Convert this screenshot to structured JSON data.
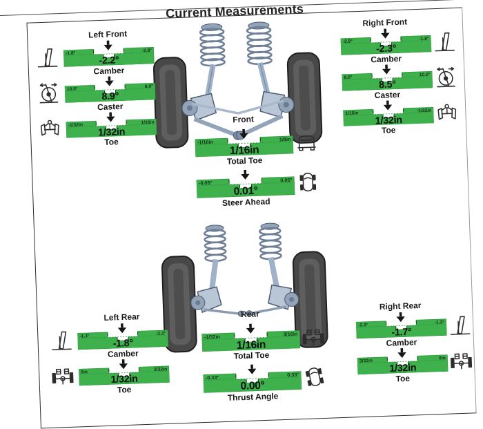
{
  "title": "Current Measurements",
  "colors": {
    "gauge_green": "#3eb04c",
    "gauge_green_dark": "#2f9a3f",
    "arrow_black": "#161616"
  },
  "front": {
    "left": {
      "label": "Left Front",
      "gauges": [
        {
          "name": "Camber",
          "value": "-2.2°",
          "left_label": "-1.8°",
          "right_label": "-2.8°",
          "icon": "camber-wheel"
        },
        {
          "name": "Caster",
          "value": "8.9°",
          "left_label": "10.0°",
          "right_label": "8.0°",
          "icon": "caster-wheel"
        },
        {
          "name": "Toe",
          "value": "1/32in",
          "left_label": "-1/32in",
          "right_label": "1/16in",
          "icon": "axle-front"
        }
      ]
    },
    "right": {
      "label": "Right Front",
      "gauges": [
        {
          "name": "Camber",
          "value": "-2.3°",
          "left_label": "-2.8°",
          "right_label": "-1.8°",
          "icon": "camber-wheel"
        },
        {
          "name": "Caster",
          "value": "8.5°",
          "left_label": "8.0°",
          "right_label": "10.0°",
          "icon": "caster-wheel"
        },
        {
          "name": "Toe",
          "value": "1/32in",
          "left_label": "1/16in",
          "right_label": "-1/32in",
          "icon": "axle-front"
        }
      ]
    },
    "center": {
      "label": "Front",
      "gauges": [
        {
          "name": "Total Toe",
          "value": "1/16in",
          "left_label": "-1/16in",
          "right_label": "1/8in",
          "icon": "car-front"
        },
        {
          "name": "Steer Ahead",
          "value": "0.01°",
          "left_label": "-0.05°",
          "right_label": "0.05°",
          "icon": "car-top"
        }
      ]
    }
  },
  "rear": {
    "left": {
      "label": "Left Rear",
      "gauges": [
        {
          "name": "Camber",
          "value": "-1.8°",
          "left_label": "-1.3°",
          "right_label": "-2.3°",
          "icon": "camber-wheel"
        },
        {
          "name": "Toe",
          "value": "1/32in",
          "left_label": "0in",
          "right_label": "3/32in",
          "icon": "axle-rear"
        }
      ]
    },
    "right": {
      "label": "Right Rear",
      "gauges": [
        {
          "name": "Camber",
          "value": "-1.7°",
          "left_label": "-2.3°",
          "right_label": "-1.3°",
          "icon": "camber-wheel"
        },
        {
          "name": "Toe",
          "value": "1/32in",
          "left_label": "3/32in",
          "right_label": "0in",
          "icon": "axle-rear"
        }
      ]
    },
    "center": {
      "label": "Rear",
      "gauges": [
        {
          "name": "Total Toe",
          "value": "1/16in",
          "left_label": "-1/32in",
          "right_label": "3/16in",
          "icon": "axle-rear"
        },
        {
          "name": "Thrust Angle",
          "value": "0.00°",
          "left_label": "-0.33°",
          "right_label": "0.33°",
          "icon": "car-top-tilted"
        }
      ]
    }
  }
}
